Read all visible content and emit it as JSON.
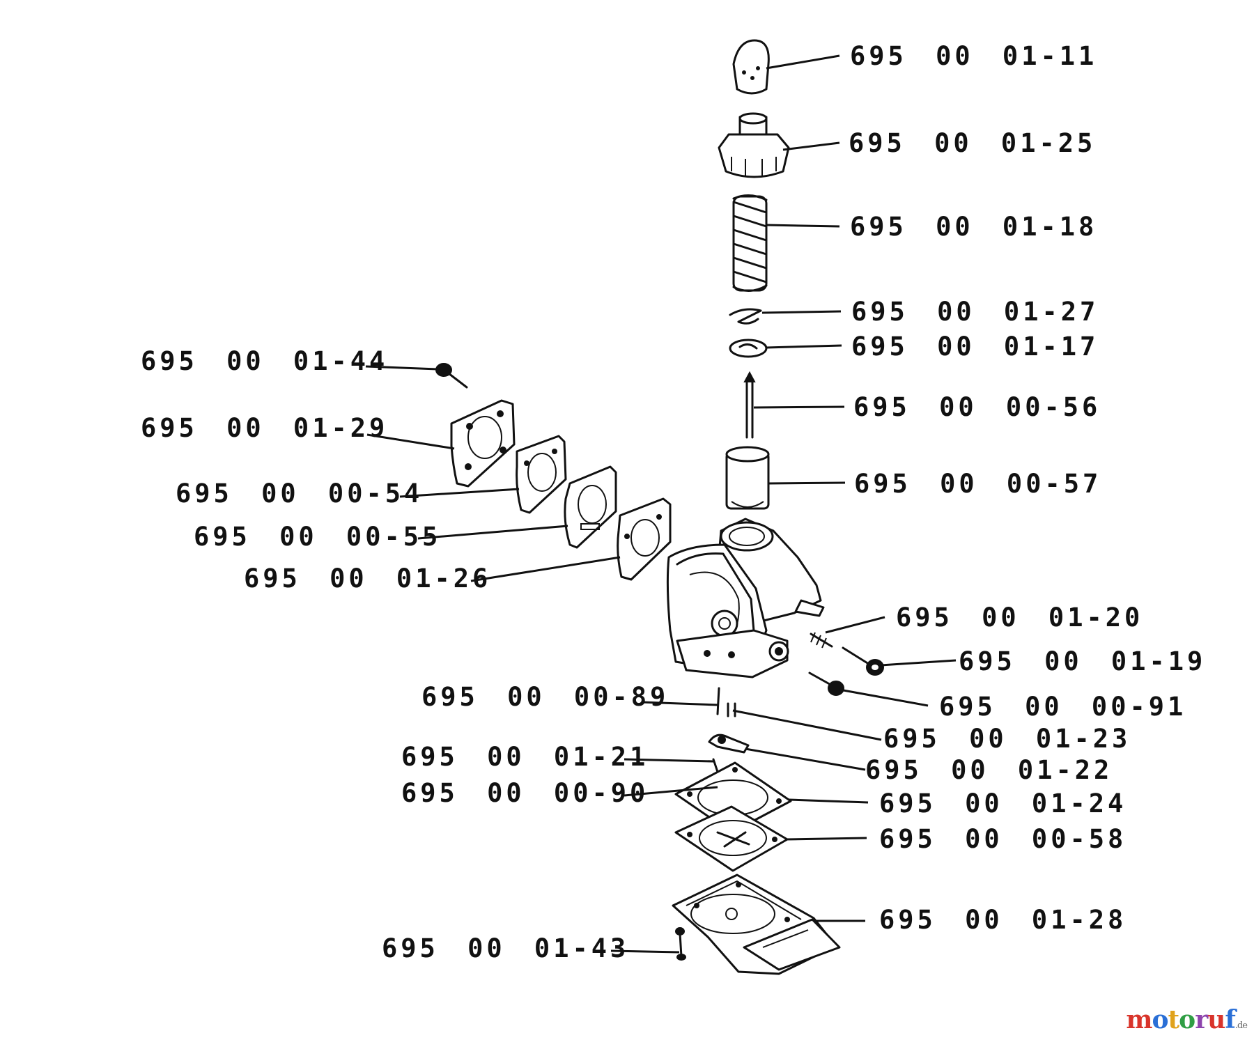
{
  "labels": {
    "p_01_11": "695 00 01-11",
    "p_01_25": "695 00 01-25",
    "p_01_18": "695 00 01-18",
    "p_01_27": "695 00 01-27",
    "p_01_17": "695 00 01-17",
    "p_00_56": "695 00 00-56",
    "p_00_57": "695 00 00-57",
    "p_01_44": "695 00 01-44",
    "p_01_29": "695 00 01-29",
    "p_00_54": "695 00 00-54",
    "p_00_55": "695 00 00-55",
    "p_01_26": "695 00 01-26",
    "p_01_20": "695 00 01-20",
    "p_01_19": "695 00 01-19",
    "p_00_91": "695 00 00-91",
    "p_00_89": "695 00 00-89",
    "p_01_23": "695 00 01-23",
    "p_01_21": "695 00 01-21",
    "p_01_22": "695 00 01-22",
    "p_00_90": "695 00 00-90",
    "p_01_24": "695 00 01-24",
    "p_00_58": "695 00 00-58",
    "p_01_28": "695 00 01-28",
    "p_01_43": "695 00 01-43"
  },
  "watermark": {
    "letters": [
      "m",
      "o",
      "t",
      "o",
      "r",
      "u",
      "f"
    ],
    "colors": [
      "#d9342b",
      "#2a6fd6",
      "#e0a21c",
      "#2f9e44",
      "#8e44ad",
      "#d9342b",
      "#2a6fd6"
    ],
    "suffix": ".de"
  }
}
